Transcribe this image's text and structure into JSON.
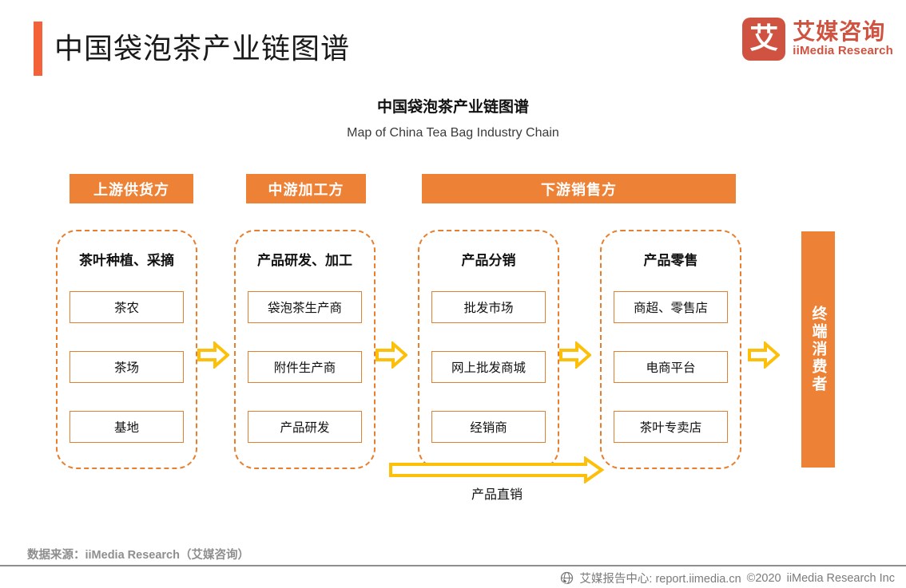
{
  "header": {
    "title": "中国袋泡茶产业链图谱",
    "accent_color": "#f4623a",
    "brand": {
      "mark_glyph": "艾",
      "name_cn": "艾媒咨询",
      "name_en": "iiMedia Research",
      "color": "#cf5340"
    }
  },
  "chart_data": {
    "type": "diagram",
    "title": "中国袋泡茶产业链图谱",
    "subtitle": "Map of China Tea Bag Industry Chain",
    "orange": "#ed8136",
    "arrow_yellow": "#fcc00a",
    "stages": [
      {
        "label": "上游供货方"
      },
      {
        "label": "中游加工方"
      },
      {
        "label": "下游销售方"
      }
    ],
    "groups": [
      {
        "heading": "茶叶种植、采摘",
        "items": [
          "茶农",
          "茶场",
          "基地"
        ]
      },
      {
        "heading": "产品研发、加工",
        "items": [
          "袋泡茶生产商",
          "附件生产商",
          "产品研发"
        ]
      },
      {
        "heading": "产品分销",
        "items": [
          "批发市场",
          "网上批发商城",
          "经销商"
        ]
      },
      {
        "heading": "产品零售",
        "items": [
          "商超、零售店",
          "电商平台",
          "茶叶专卖店"
        ]
      }
    ],
    "direct_sales_label": "产品直销",
    "end_node": "终端消费者"
  },
  "footer": {
    "source": "数据来源：iiMedia Research（艾媒咨询）",
    "report_center": "艾媒报告中心: report.iimedia.cn",
    "copyright": "©2020",
    "company": "iiMedia Research  Inc"
  }
}
